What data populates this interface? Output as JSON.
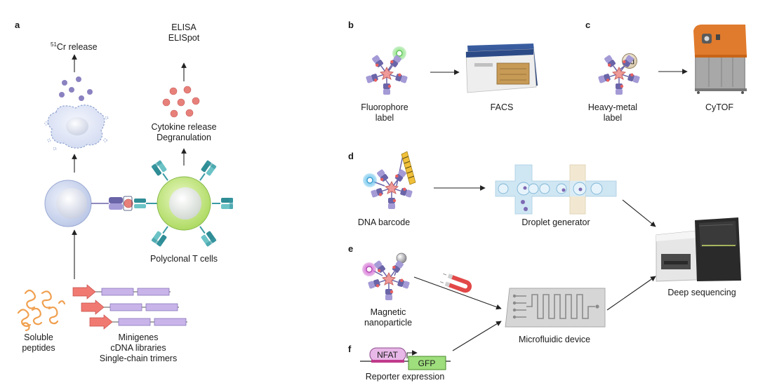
{
  "panels": {
    "a": "a",
    "b": "b",
    "c": "c",
    "d": "d",
    "e": "e",
    "f": "f"
  },
  "panel_a": {
    "cr_release_sup": "51",
    "cr_release_text": "Cr release",
    "elisa": "ELISA",
    "elispot": "ELISpot",
    "cytokine_release": "Cytokine release",
    "degranulation": "Degranulation",
    "polyclonal_t_cells": "Polyclonal T cells",
    "soluble": "Soluble",
    "peptides": "peptides",
    "minigenes": "Minigenes",
    "cdna_libraries": "cDNA libraries",
    "single_chain_trimers": "Single-chain trimers"
  },
  "panel_b": {
    "label_1": "Fluorophore",
    "label_2": "label",
    "instrument": "FACS"
  },
  "panel_c": {
    "label_1": "Heavy-metal",
    "label_2": "label",
    "instrument": "CyTOF",
    "cd": "Cd"
  },
  "panel_d": {
    "label": "DNA barcode",
    "device": "Droplet generator"
  },
  "panel_e": {
    "label_1": "Magnetic",
    "label_2": "nanoparticle",
    "device": "Microfluidic device"
  },
  "panel_f": {
    "label": "Reporter expression",
    "nfat": "NFAT",
    "gfp": "GFP"
  },
  "deep_sequencing": "Deep sequencing",
  "colors": {
    "multimer_pink": "#e8918f",
    "mhc_purple": "#6a64a8",
    "tcr_teal": "#3a9aa3",
    "tcell_green": "#c5e88a",
    "apc_blue": "#d6dff2",
    "cytokine_red": "#e8807a",
    "cr_purple": "#8a82c0",
    "fluor_green": "#6fd36f",
    "barcode_blue": "#4fb8e8",
    "magnetic_purple": "#c85ac8",
    "facs_blue": "#2c4a86",
    "cytof_orange": "#e07a2c",
    "gene_red": "#f07a72",
    "gene_purple": "#c9b4ea",
    "peptide_orange": "#f0a050"
  }
}
